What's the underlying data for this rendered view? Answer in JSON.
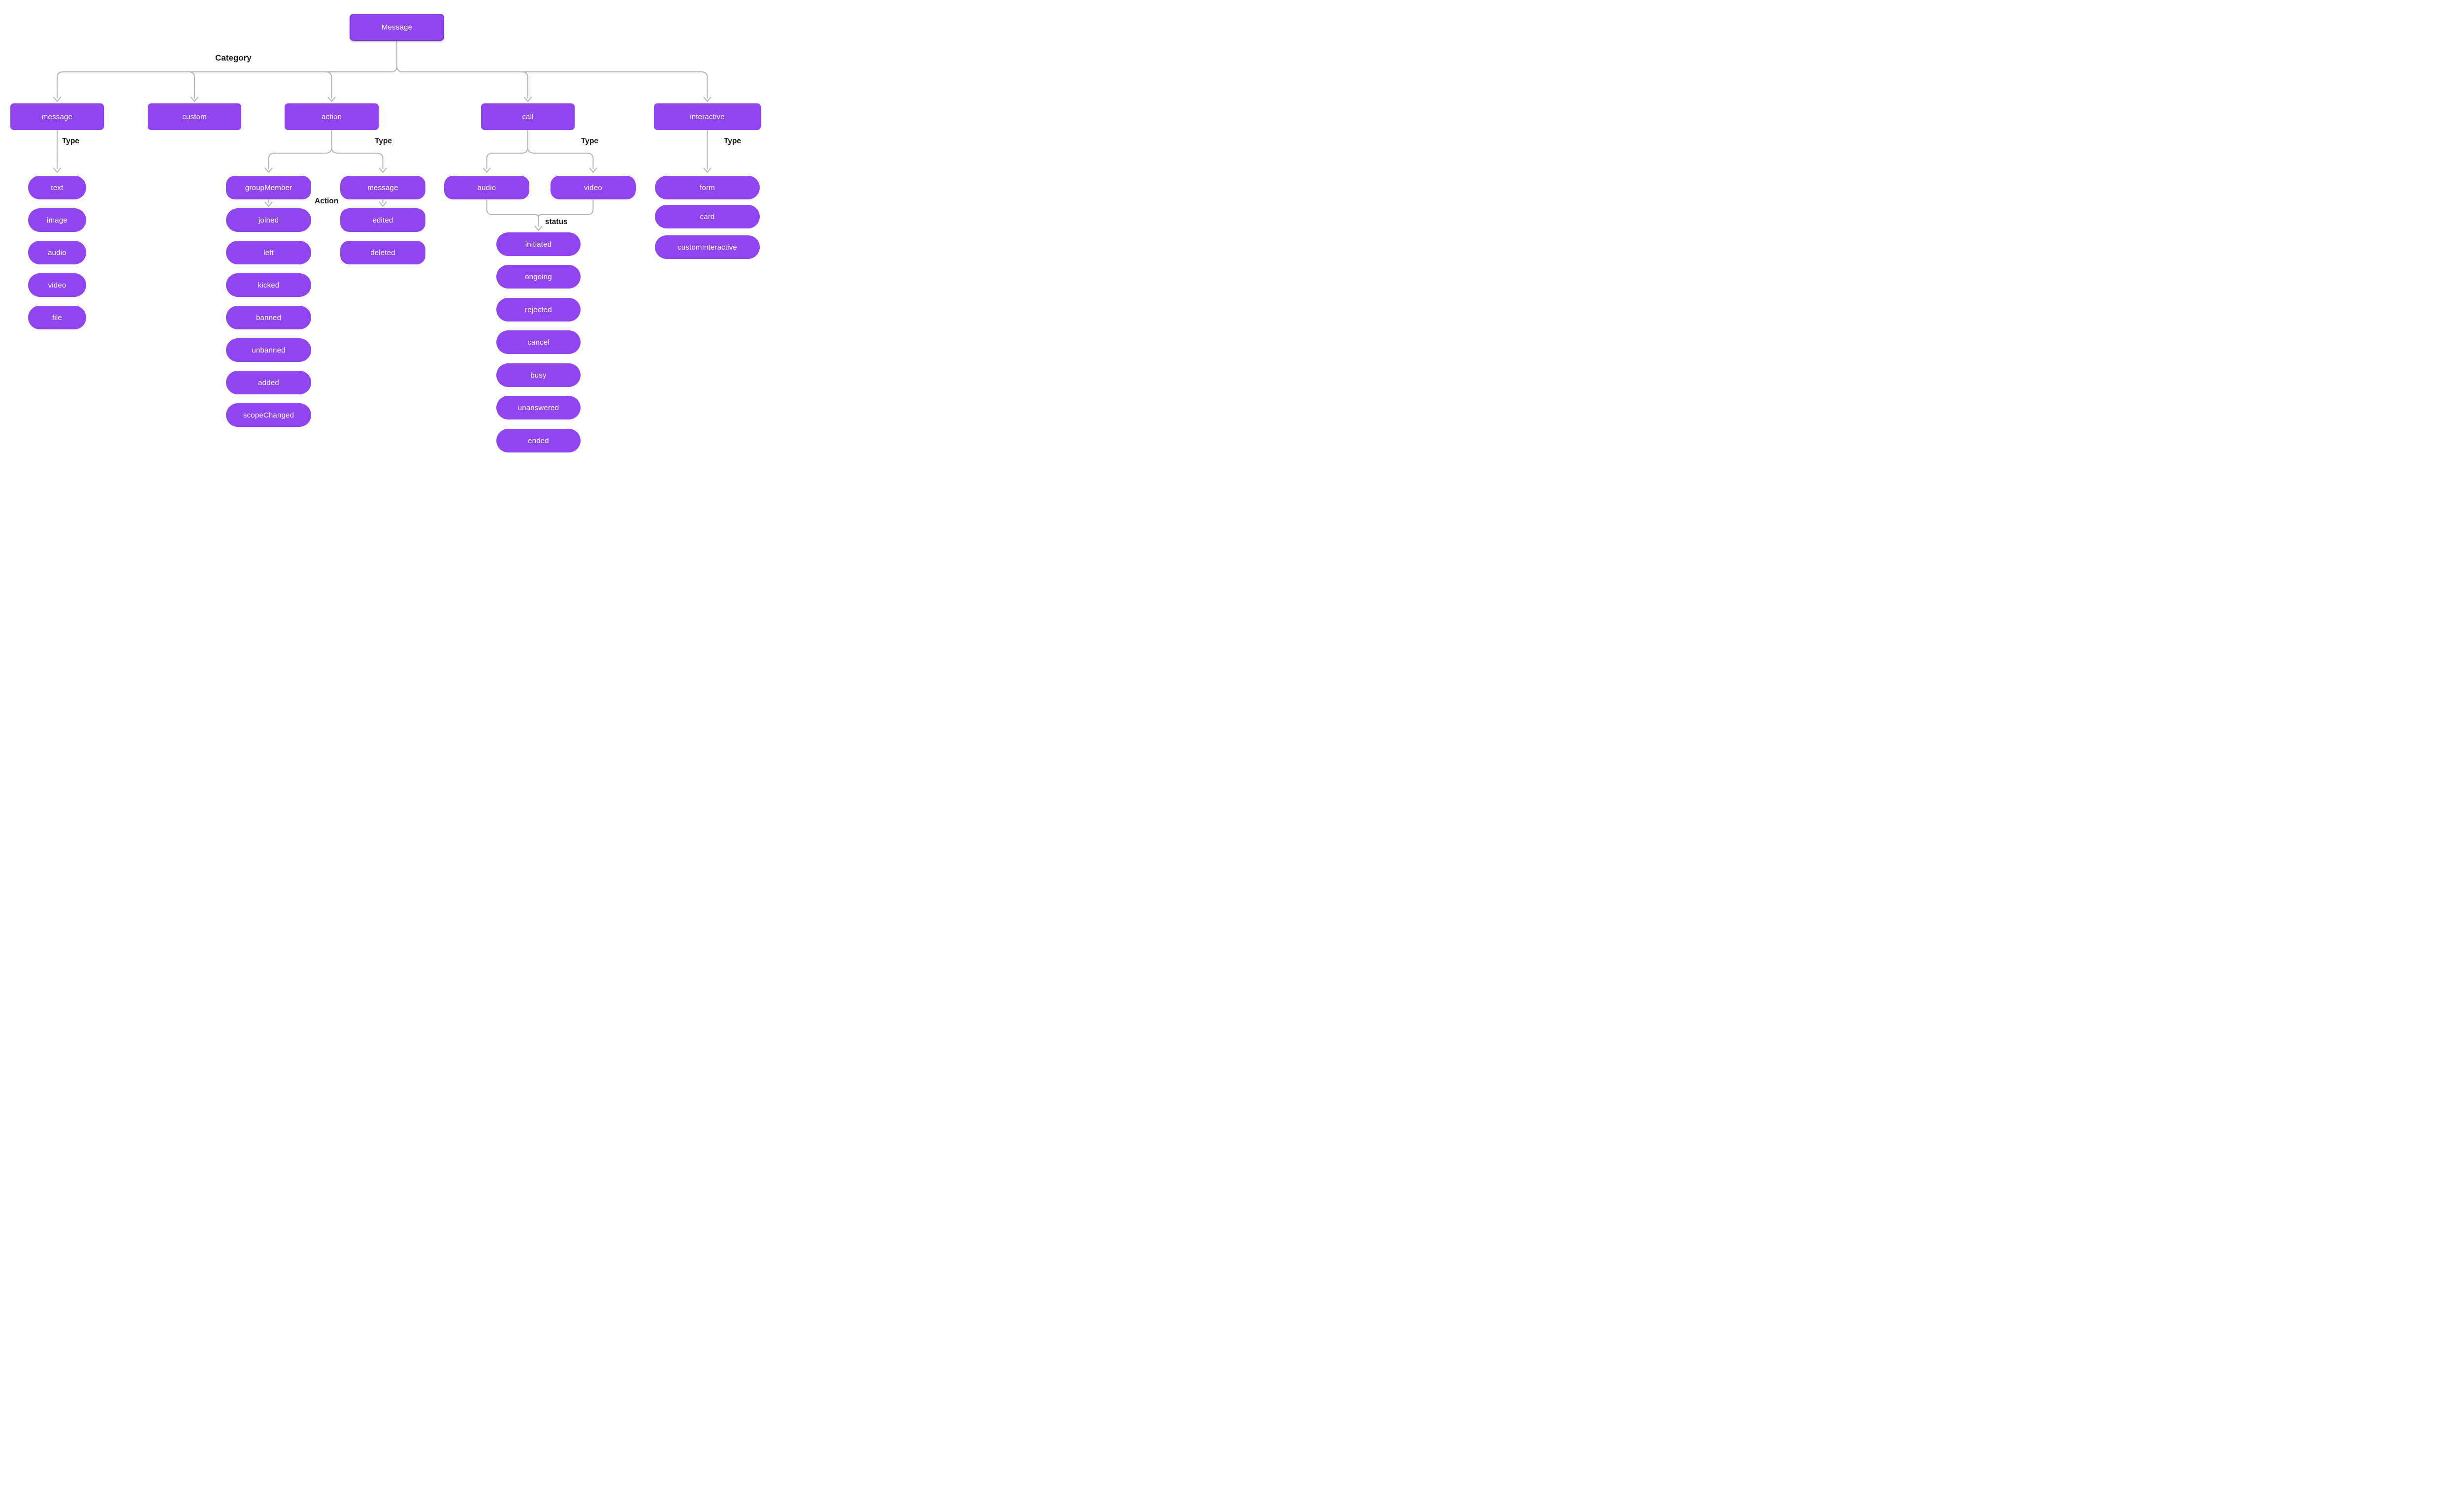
{
  "root": {
    "label": "Message"
  },
  "edge_labels": {
    "category": "Category",
    "type": "Type",
    "action": "Action",
    "status": "status"
  },
  "categories": [
    {
      "label": "message"
    },
    {
      "label": "custom"
    },
    {
      "label": "action"
    },
    {
      "label": "call"
    },
    {
      "label": "interactive"
    }
  ],
  "message_types": [
    "text",
    "image",
    "audio",
    "video",
    "file"
  ],
  "action_types": [
    "groupMember",
    "message"
  ],
  "group_member_actions": [
    "joined",
    "left",
    "kicked",
    "banned",
    "unbanned",
    "added",
    "scopeChanged"
  ],
  "message_actions": [
    "edited",
    "deleted"
  ],
  "call_types": [
    "audio",
    "video"
  ],
  "call_statuses": [
    "initiated",
    "ongoing",
    "rejected",
    "cancel",
    "busy",
    "unanswered",
    "ended"
  ],
  "interactive_types": [
    "form",
    "card",
    "customInteractive"
  ],
  "colors": {
    "node_fill": "#9045f1",
    "root_border": "#7a38d2",
    "connector": "#b5b5b5",
    "label_text": "#1a1a1a",
    "node_text": "#ffffff",
    "background": "#ffffff"
  }
}
